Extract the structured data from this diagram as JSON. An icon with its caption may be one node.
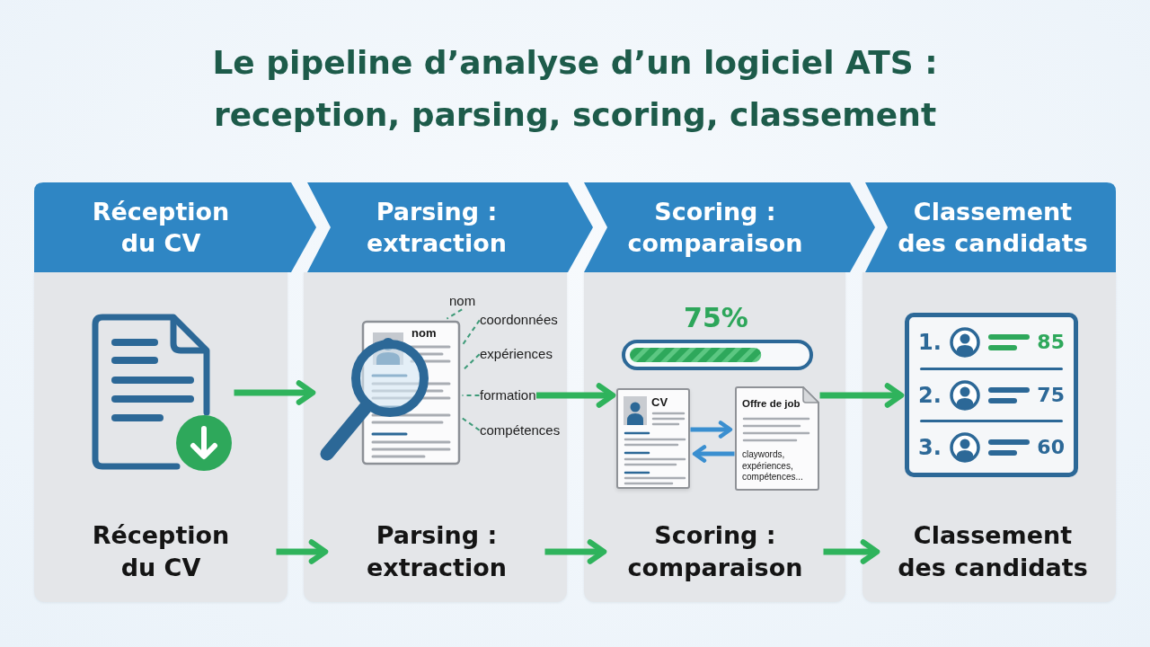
{
  "diagram": {
    "title": "Le pipeline d’analyse d’un logiciel ATS : reception, parsing, scoring, classement",
    "nodes": [
      {
        "text": [
          "Réception du CV"
        ]
      },
      {
        "text": [
          "Parsing : extraction"
        ]
      },
      {
        "text": [
          "Scoring : comparaison"
        ]
      },
      {
        "text": [
          "Classement des candidats"
        ]
      },
      {
        "text": [],
        "shape": "box"
      },
      {
        "text": [],
        "shape": "picture",
        "in": 4
      },
      {
        "text": [
          "Réception du CV"
        ],
        "in": 4
      },
      {
        "text": [],
        "shape": "box"
      },
      {
        "text": [
          "nom"
        ],
        "in": 7
      },
      {
        "text": [
          "nom"
        ],
        "in": 7
      },
      {
        "text": [
          "coordonnées"
        ],
        "in": 7
      },
      {
        "text": [
          "expériences"
        ],
        "in": 7
      },
      {
        "text": [
          "formation"
        ],
        "in": 7
      },
      {
        "text": [
          "compétences"
        ],
        "in": 7
      },
      {
        "text": [
          "Parsing : extraction"
        ],
        "in": 7
      },
      {
        "text": [],
        "shape": "box"
      },
      {
        "text": [
          "CV"
        ],
        "in": 15
      },
      {
        "text": [
          "Offre de job",
          "claywords, expériences, compétences..."
        ],
        "in": 15
      },
      {
        "text": [
          "Scoring : comparaison"
        ],
        "in": 15
      },
      {
        "text": [],
        "shape": "box"
      },
      {
        "text": [
          "1.",
          "85",
          "2.",
          "75",
          "3.",
          "60"
        ],
        "in": 19
      },
      {
        "text": [
          "Classement des candidats"
        ],
        "in": 19
      }
    ],
    "edges": [
      {
        "from": 5,
        "to": 8,
        "arrow": "to"
      },
      {
        "from": 12,
        "to": 16,
        "arrow": "to"
      },
      {
        "from": 17,
        "to": 20,
        "arrow": "to"
      },
      {
        "from": 6,
        "to": 14,
        "arrow": "to"
      },
      {
        "from": 14,
        "to": 18,
        "arrow": "to"
      },
      {
        "from": 18,
        "to": 21,
        "arrow": "to"
      },
      {
        "from": 16,
        "to": 17,
        "arrow": "to",
        "color": "#3a8fd0"
      },
      {
        "from": 17,
        "to": 16,
        "arrow": "to",
        "color": "#3a8fd0"
      },
      {
        "from": 9,
        "to": 8,
        "arrow": "none",
        "style": "dashed",
        "color": "#3d9a78"
      },
      {
        "from": 10,
        "to": 8,
        "arrow": "none",
        "style": "dashed",
        "color": "#3d9a78"
      },
      {
        "from": 11,
        "to": 8,
        "arrow": "none",
        "style": "dashed",
        "color": "#3d9a78"
      },
      {
        "from": 12,
        "to": 8,
        "arrow": "none",
        "style": "dashed",
        "color": "#3d9a78"
      },
      {
        "from": 13,
        "to": 8,
        "arrow": "none",
        "style": "dashed",
        "color": "#3d9a78"
      }
    ],
    "labels": [
      "75%"
    ]
  }
}
